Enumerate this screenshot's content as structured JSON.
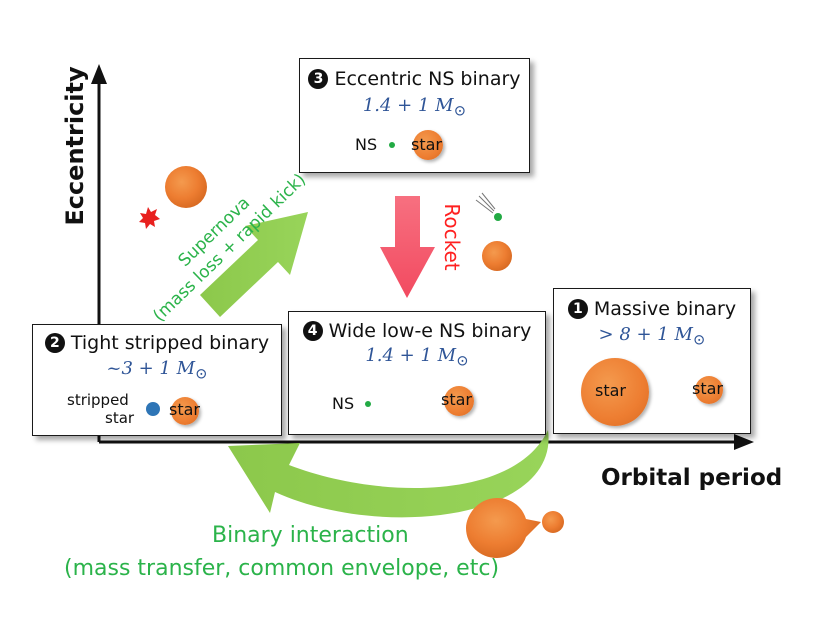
{
  "axes": {
    "x_label": "Orbital period",
    "y_label": "Eccentricity"
  },
  "boxes": {
    "massive": {
      "number": "1",
      "title": "Massive binary",
      "mass": "> 8 + 1 M",
      "star_big": "star",
      "star_small": "star"
    },
    "stripped": {
      "number": "2",
      "title": "Tight stripped binary",
      "mass": "~3 + 1 M",
      "stripped_line1": "stripped",
      "stripped_line2": "star",
      "star": "star"
    },
    "eccentric": {
      "number": "3",
      "title": "Eccentric NS binary",
      "mass": "1.4 + 1 M",
      "ns": "NS",
      "star": "star"
    },
    "wide": {
      "number": "4",
      "title": "Wide low-e NS binary",
      "mass": "1.4 + 1 M",
      "ns": "NS",
      "star": "star"
    }
  },
  "mass_symbol": "⊙",
  "arrows": {
    "supernova_line1": "Supernova",
    "supernova_line2": "(mass loss + rapid kick)",
    "rocket": "Rocket",
    "binary_line1": "Binary interaction",
    "binary_line2": "(mass transfer, common envelope, etc)"
  },
  "colors": {
    "green_arrow": "#92d050",
    "green_text": "#2bb34a",
    "red_arrow": "#f4566a",
    "rocket_text": "#ff2020",
    "star_orange": "#ed7d31",
    "stripped_blue": "#2e75b6",
    "ns_green": "#22aa44",
    "mass_blue": "#2f5597"
  }
}
